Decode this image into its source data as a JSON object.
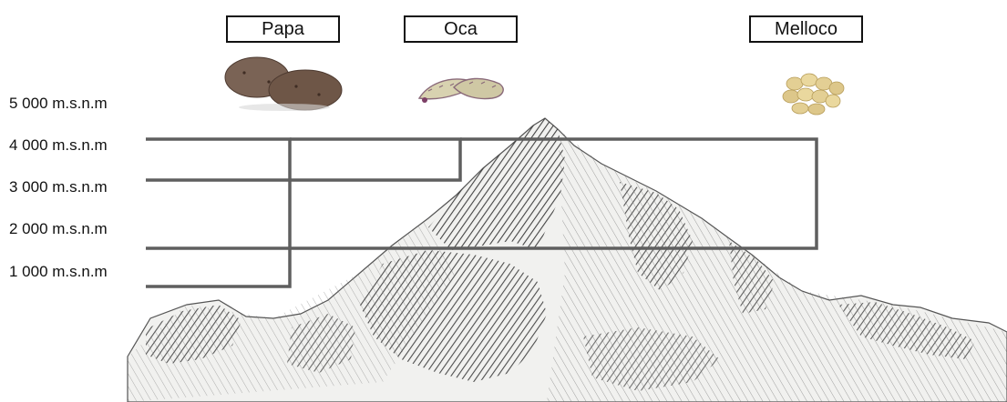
{
  "crops": [
    {
      "name": "Papa"
    },
    {
      "name": "Oca"
    },
    {
      "name": "Melloco"
    }
  ],
  "altitudes": [
    "5 000 m.s.n.m",
    "4 000 m.s.n.m",
    "3 000 m.s.n.m",
    "2 000 m.s.n.m",
    "1 000 m.s.n.m"
  ],
  "colors": {
    "bracket": "#5f5f5f",
    "potato": "#7a6355",
    "oca": "#d8d2b0",
    "melloco": "#e3cf94",
    "mountain_dark": "#2e2e2e",
    "mountain_light": "#f1f1ef"
  }
}
